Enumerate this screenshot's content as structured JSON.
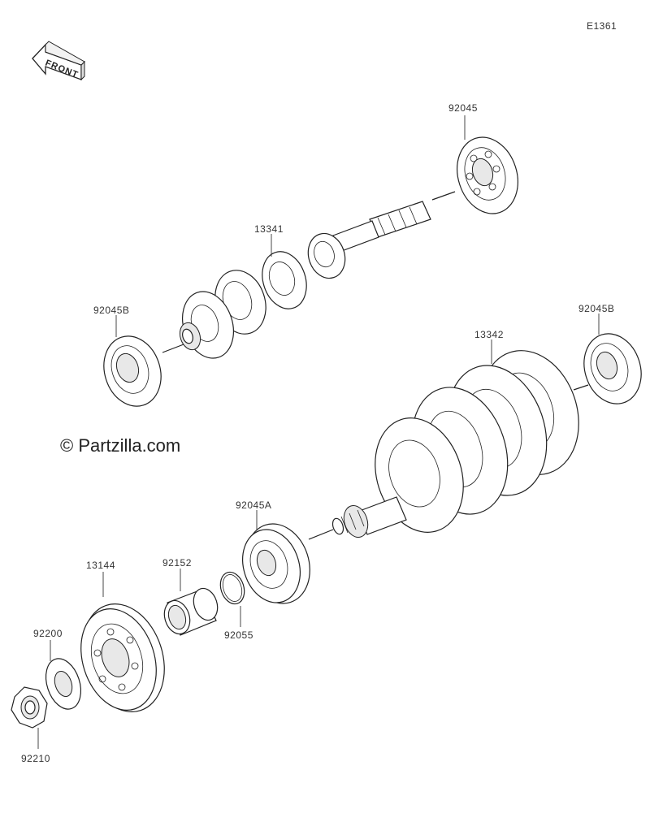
{
  "diagram": {
    "code": "E1361",
    "front_label": "FRONT",
    "watermark": "© Partzilla.com",
    "parts": [
      {
        "id": "92045",
        "label": "92045"
      },
      {
        "id": "13341",
        "label": "13341"
      },
      {
        "id": "92045B-upper",
        "label": "92045B"
      },
      {
        "id": "92045B-lower",
        "label": "92045B"
      },
      {
        "id": "13342",
        "label": "13342"
      },
      {
        "id": "92045A",
        "label": "92045A"
      },
      {
        "id": "13144",
        "label": "13144"
      },
      {
        "id": "92152",
        "label": "92152"
      },
      {
        "id": "92055",
        "label": "92055"
      },
      {
        "id": "92200",
        "label": "92200"
      },
      {
        "id": "92210",
        "label": "92210"
      }
    ]
  }
}
